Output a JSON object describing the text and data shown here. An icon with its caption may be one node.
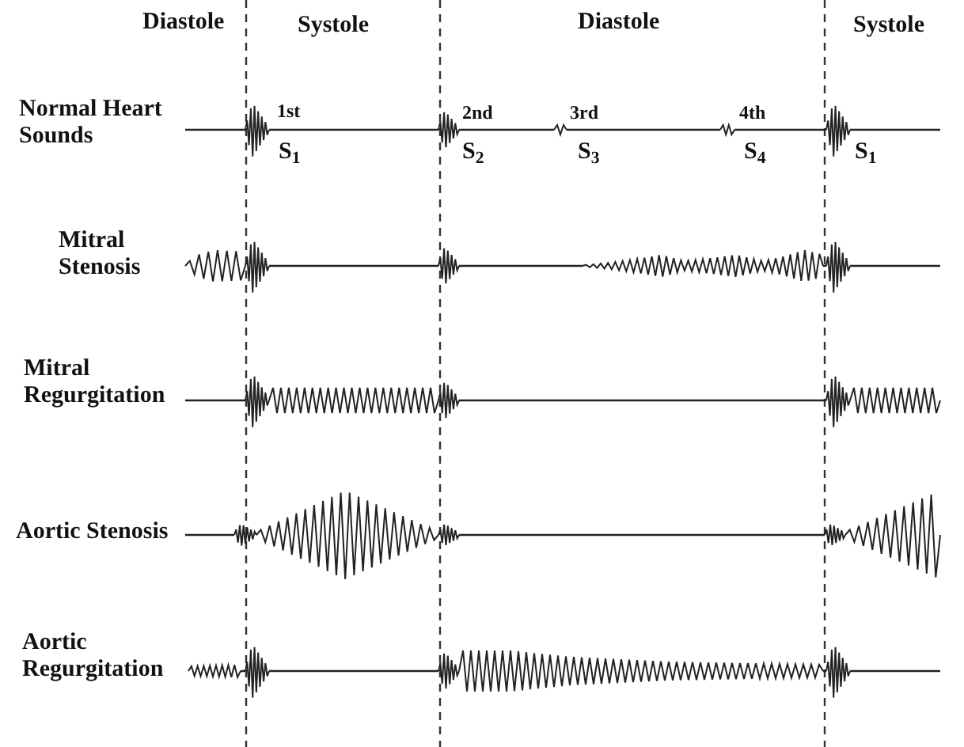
{
  "diagram": {
    "labels": [
      "Diastole",
      "Systole",
      "Diastole",
      "Systole",
      "Normal Heart Sounds",
      "1st",
      "2nd",
      "3rd",
      "4th",
      "S$_{1}$",
      "S$_{2}$",
      "S$_{3}$",
      "S$_{4}$",
      "S$_{1}$",
      "Mitral Stenosis",
      "Mitral Regurgitation",
      "Aortic Stenosis",
      "Aortic Regurgitation"
    ]
  }
}
